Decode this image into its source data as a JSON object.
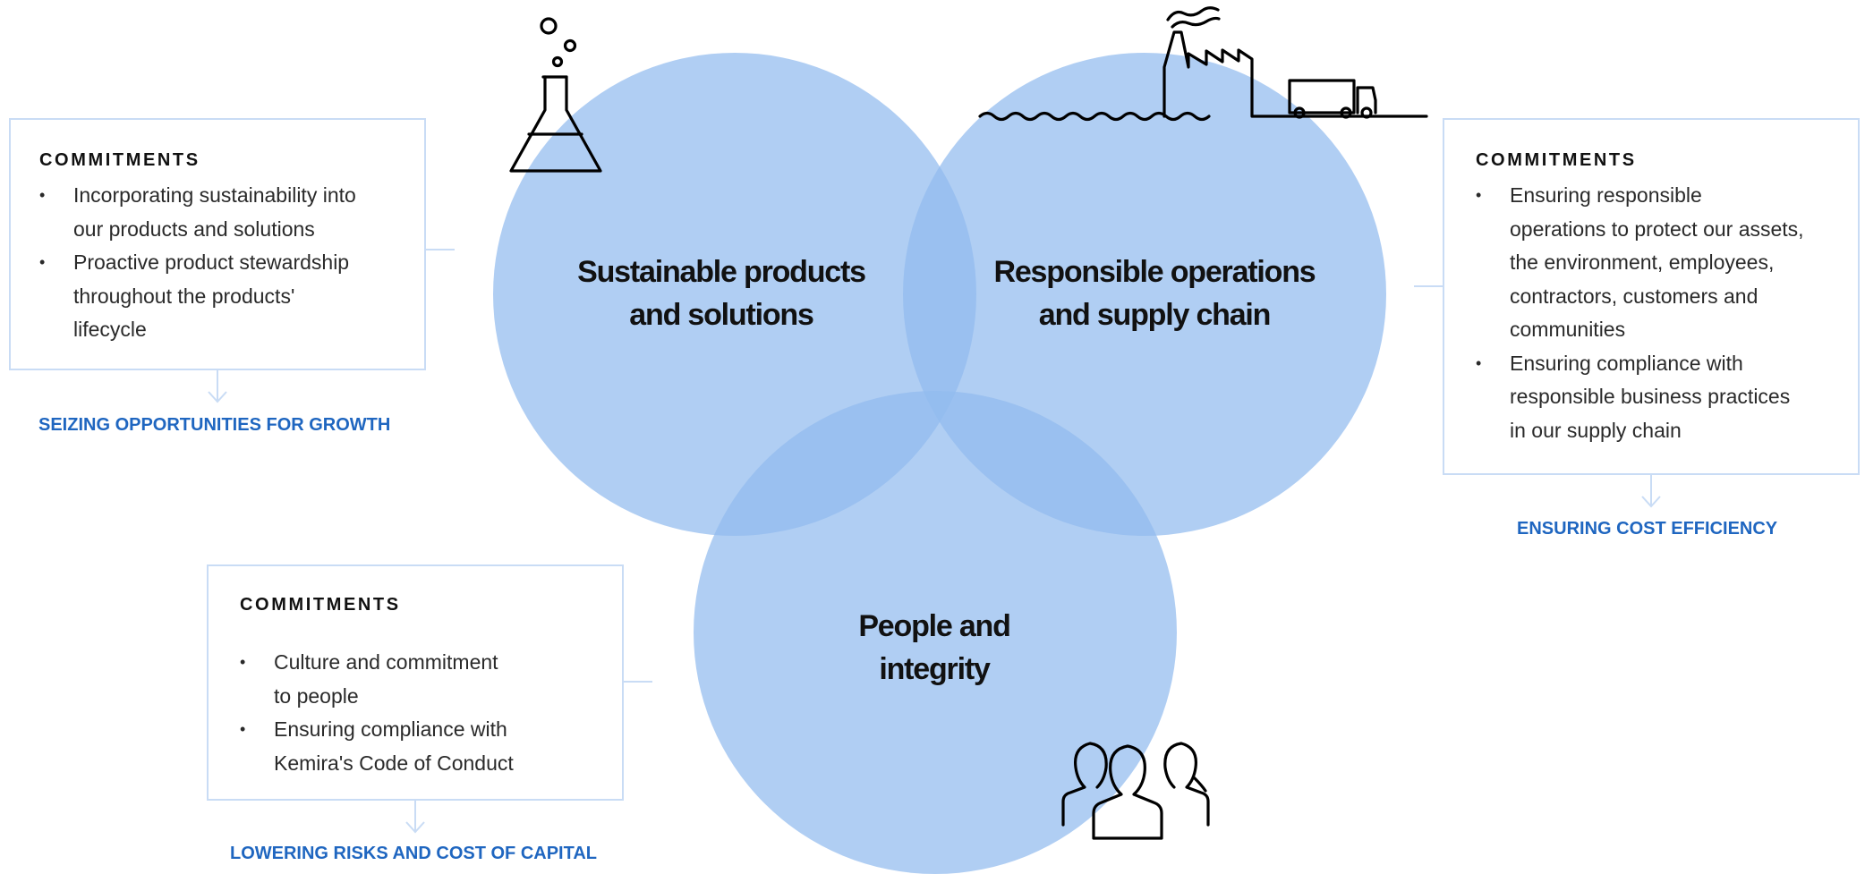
{
  "circles": {
    "products": {
      "title_line1": "Sustainable products",
      "title_line2": "and solutions"
    },
    "operations": {
      "title_line1": "Responsible operations",
      "title_line2": "and supply chain"
    },
    "people": {
      "title_line1": "People and",
      "title_line2": "integrity"
    }
  },
  "boxes": {
    "left": {
      "heading": "COMMITMENTS",
      "items": [
        {
          "line1": "Incorporating sustainability into",
          "line2": "our products and solutions"
        },
        {
          "line1": "Proactive product stewardship",
          "line2": "throughout the products'",
          "line3": "lifecycle"
        }
      ],
      "outcome": "SEIZING OPPORTUNITIES FOR GROWTH"
    },
    "right": {
      "heading": "COMMITMENTS",
      "items": [
        {
          "line1": "Ensuring responsible",
          "line2": "operations to protect our assets,",
          "line3": "the environment, employees,",
          "line4": "contractors, customers and",
          "line5": "communities"
        },
        {
          "line1": "Ensuring compliance with",
          "line2": "responsible business practices",
          "line3": "in our supply chain"
        }
      ],
      "outcome": "ENSURING COST EFFICIENCY"
    },
    "bottom": {
      "heading": "COMMITMENTS",
      "items": [
        {
          "line1": "Culture and commitment",
          "line2": "to people"
        },
        {
          "line1": "Ensuring compliance with",
          "line2": "Kemira's Code of Conduct"
        }
      ],
      "outcome": "LOWERING RISKS AND COST OF CAPITAL"
    }
  },
  "icons": {
    "products": "flask-icon",
    "operations": "factory-truck-icon",
    "people": "people-group-icon"
  },
  "colors": {
    "circle_fill": "#91bbee",
    "box_border": "#c9dcf5",
    "outcome_text": "#1f66c0",
    "icon_stroke": "#000000"
  }
}
